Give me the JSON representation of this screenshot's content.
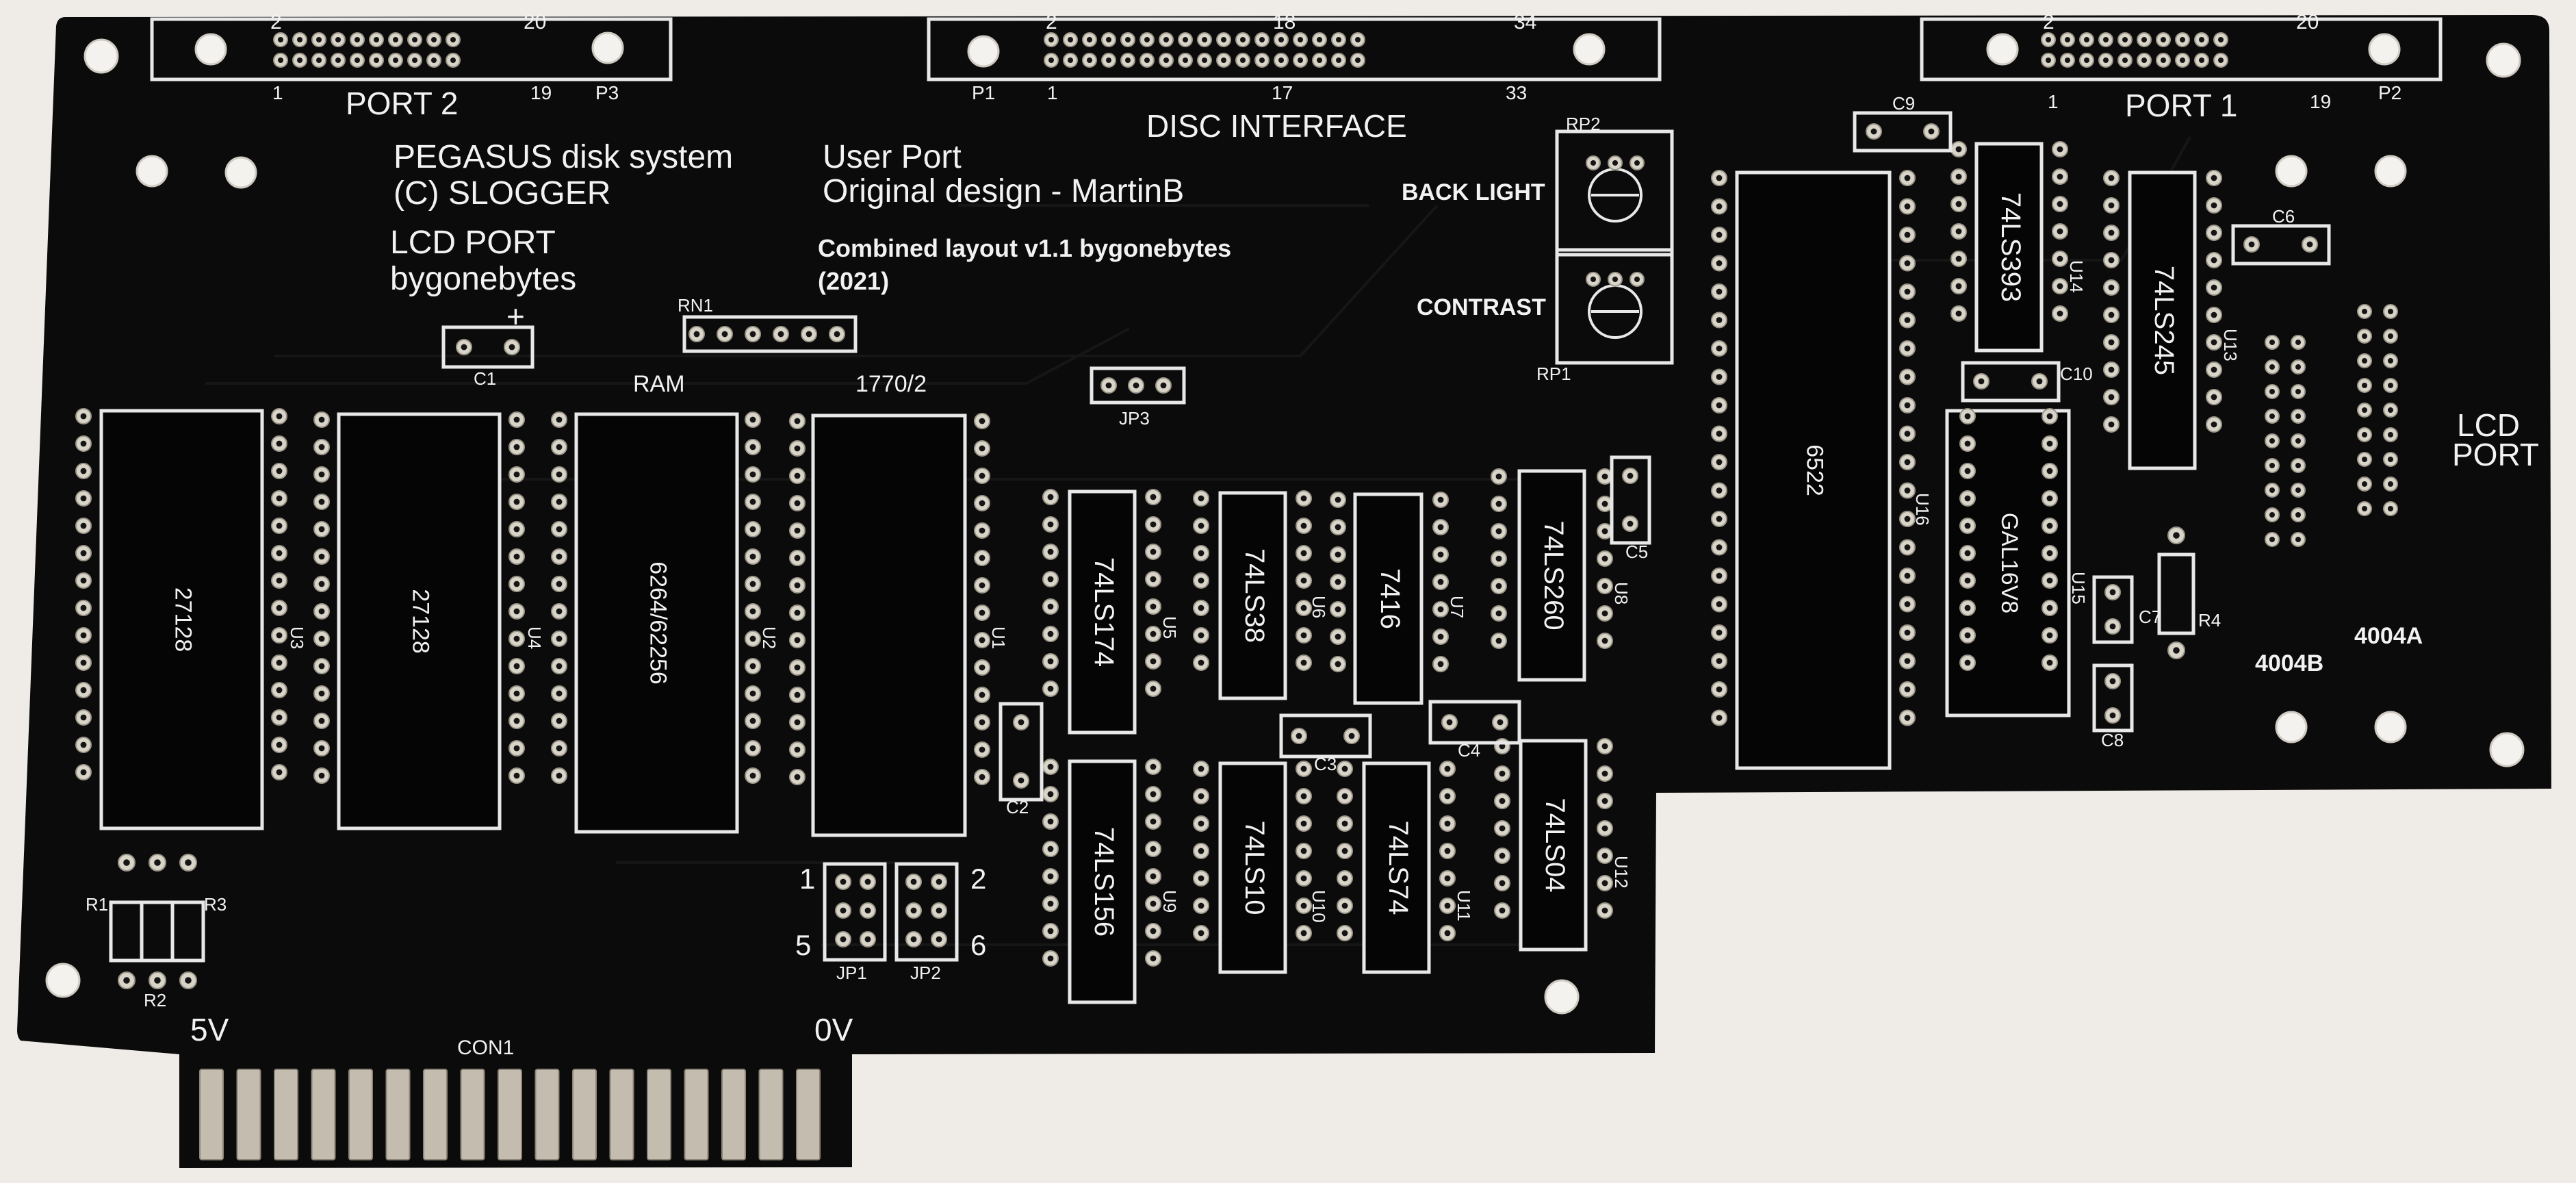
{
  "board": {
    "title_line1": "PEGASUS disk system",
    "title_line2": "(C) SLOGGER",
    "lcd_line1": "LCD PORT",
    "lcd_line2": "bygonebytes",
    "user_port_line1": "User Port",
    "user_port_line2": "Original design - MartinB",
    "combined_line1": "Combined layout v1.1 bygonebytes",
    "combined_line2": "(2021)",
    "disc_interface": "DISC INTERFACE",
    "port2": "PORT 2",
    "port1": "PORT 1",
    "lcd_port_right1": "LCD",
    "lcd_port_right2": "PORT",
    "back_light": "BACK LIGHT",
    "contrast": "CONTRAST",
    "ram_label": "RAM",
    "fdc_label": "1770/2",
    "plus": "+",
    "con1": "CON1",
    "five_v": "5V",
    "zero_v": "0V",
    "label_4004b": "4004B",
    "label_4004a": "4004A"
  },
  "header_pins": {
    "p3": {
      "name": "P3",
      "top_left": "2",
      "top_right": "20",
      "bottom_left": "1",
      "bottom_right": "19"
    },
    "p1": {
      "name": "P1",
      "top_left": "2",
      "top_mid": "18",
      "top_right": "34",
      "bottom_left": "1",
      "bottom_mid": "17",
      "bottom_right": "33"
    },
    "p2": {
      "name": "P2",
      "top_left": "2",
      "top_right": "20",
      "bottom_left": "1",
      "bottom_right": "19"
    }
  },
  "chips": {
    "u3": {
      "part": "27128",
      "ref": "U3"
    },
    "u4": {
      "part": "27128",
      "ref": "U4"
    },
    "u2": {
      "part": "6264/62256",
      "ref": "U2"
    },
    "u1": {
      "part": "",
      "ref": "U1"
    },
    "u5": {
      "part": "74LS174",
      "ref": "U5"
    },
    "u6": {
      "part": "74LS38",
      "ref": "U6"
    },
    "u7": {
      "part": "7416",
      "ref": "U7"
    },
    "u8": {
      "part": "74LS260",
      "ref": "U8"
    },
    "u9": {
      "part": "74LS156",
      "ref": "U9"
    },
    "u10": {
      "part": "74LS10",
      "ref": "U10"
    },
    "u11": {
      "part": "74LS74",
      "ref": "U11"
    },
    "u12": {
      "part": "74LS04",
      "ref": "U12"
    },
    "u16": {
      "part": "6522",
      "ref": "U16"
    },
    "u14": {
      "part": "74LS393",
      "ref": "U14"
    },
    "u13": {
      "part": "74LS245",
      "ref": "U13"
    },
    "u15": {
      "part": "GAL16V8",
      "ref": "U15"
    }
  },
  "refs": {
    "c1": "C1",
    "c2": "C2",
    "c3": "C3",
    "c4": "C4",
    "c5": "C5",
    "c6": "C6",
    "c7": "C7",
    "c8": "C8",
    "c9": "C9",
    "c10": "C10",
    "rn1": "RN1",
    "rp1": "RP1",
    "rp2": "RP2",
    "jp1": "JP1",
    "jp2": "JP2",
    "jp3": "JP3",
    "r1": "R1",
    "r2": "R2",
    "r3": "R3",
    "r4": "R4",
    "jp_1": "1",
    "jp_5": "5",
    "jp_2": "2",
    "jp_6": "6"
  },
  "colors": {
    "board": "#0b0b0b",
    "silkscreen": "#f2f2f2",
    "pads": "#d9d4c8",
    "background": "#efece8"
  }
}
